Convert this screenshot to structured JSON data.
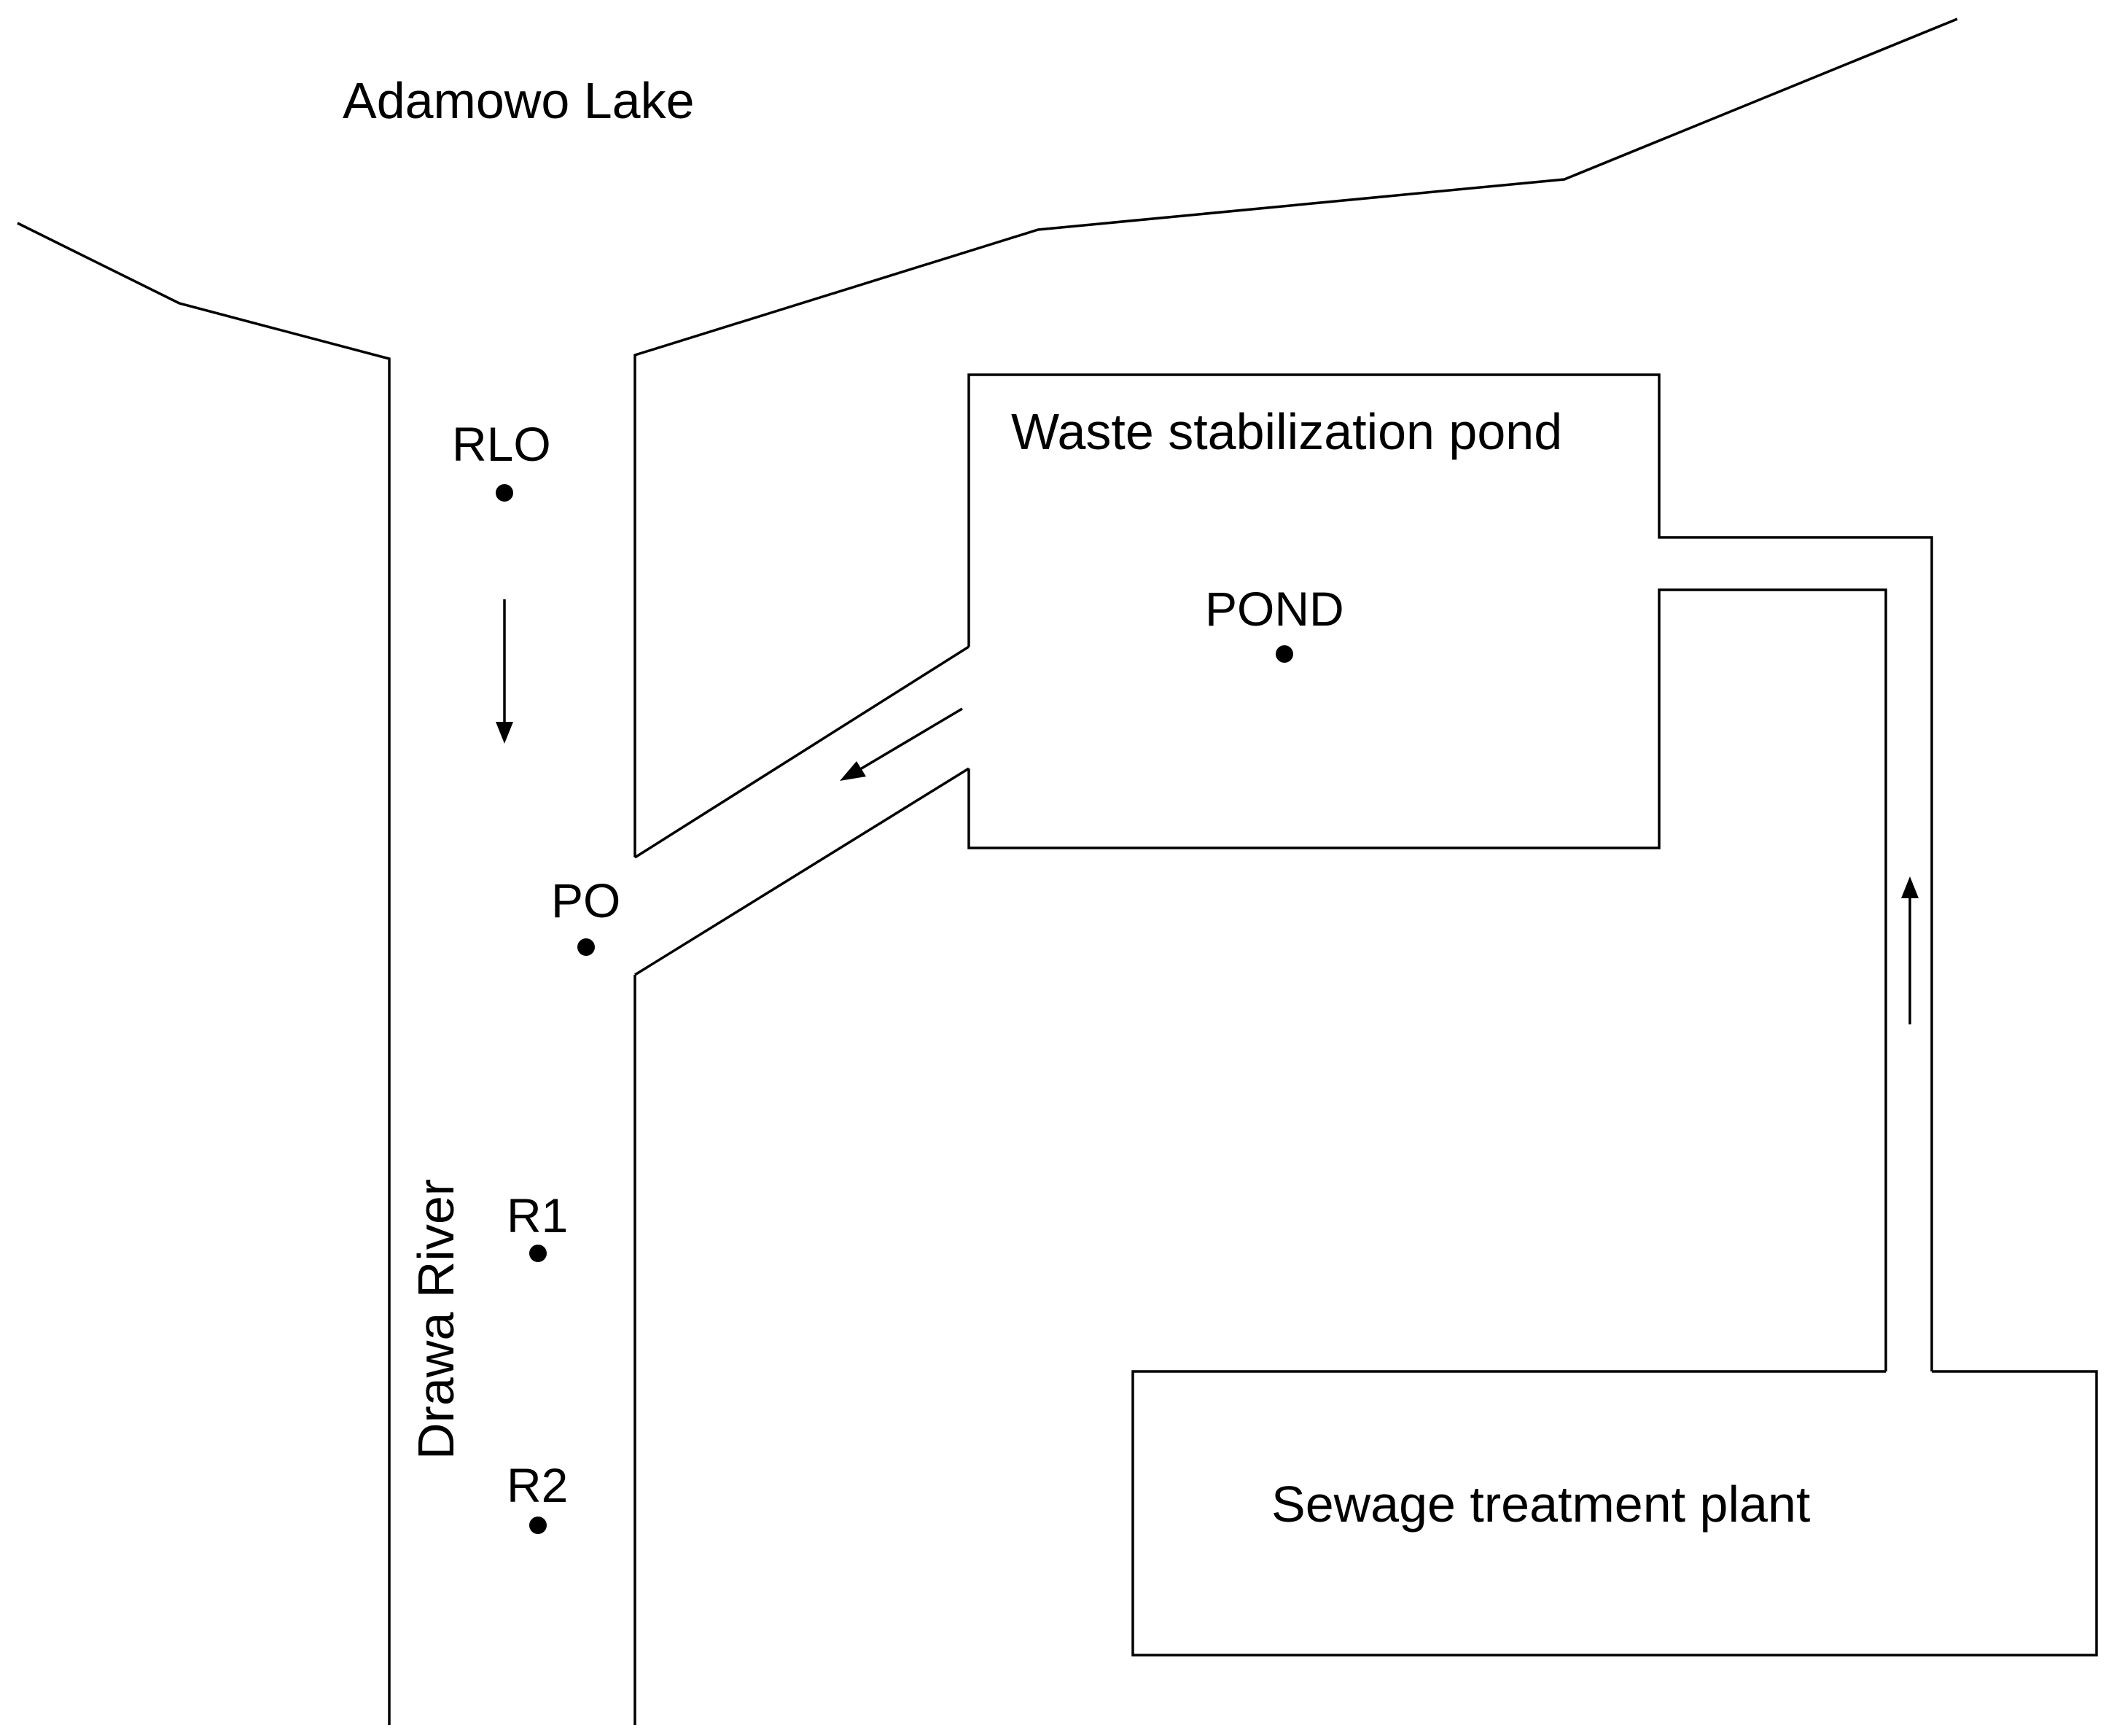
{
  "diagram": {
    "labels": {
      "lake": "Adamowo Lake",
      "river": "Drawa River",
      "pond_box": "Waste stabilization pond",
      "plant_box": "Sewage treatment plant"
    },
    "sampling_points": {
      "rlo": "RLO",
      "pond": "POND",
      "po": "PO",
      "r1": "R1",
      "r2": "R2"
    },
    "colors": {
      "stroke": "#000000",
      "background": "#ffffff"
    }
  }
}
